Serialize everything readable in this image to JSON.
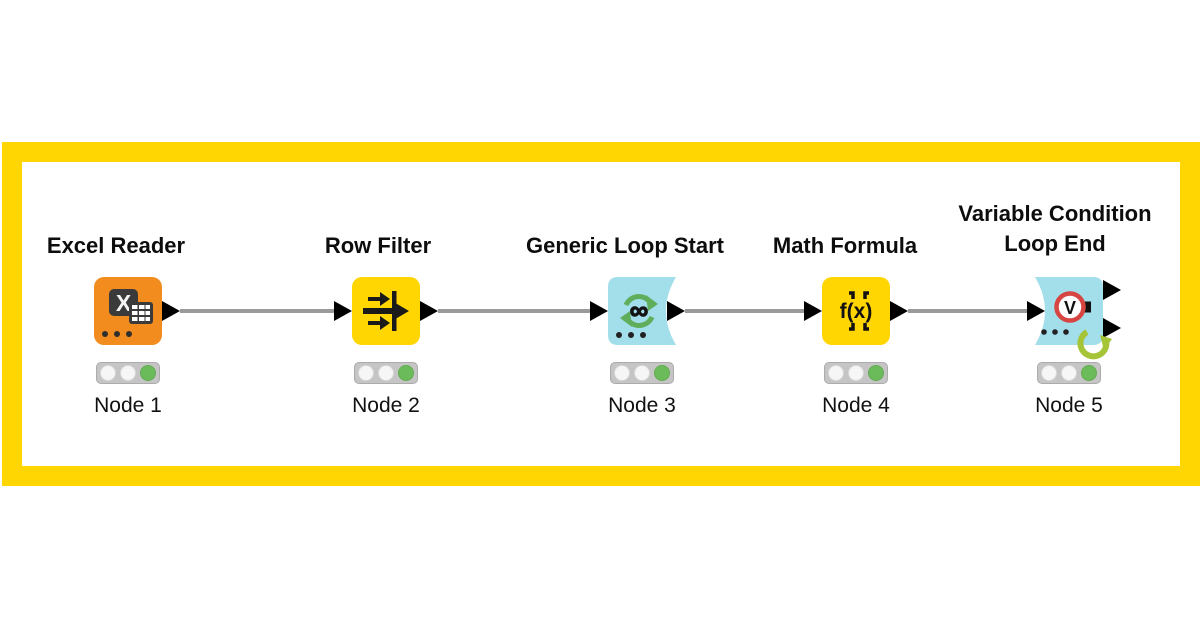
{
  "workflow": {
    "nodes": [
      {
        "title": "Excel Reader",
        "label": "Node 1",
        "icon_text": "X",
        "status": [
          "off",
          "off",
          "on"
        ]
      },
      {
        "title": "Row Filter",
        "label": "Node 2",
        "icon_text": "",
        "status": [
          "off",
          "off",
          "on"
        ]
      },
      {
        "title": "Generic Loop Start",
        "label": "Node 3",
        "icon_text": "∞",
        "status": [
          "off",
          "off",
          "on"
        ]
      },
      {
        "title": "Math Formula",
        "label": "Node 4",
        "icon_text": "f(x)",
        "status": [
          "off",
          "off",
          "on"
        ]
      },
      {
        "title": "Variable Condition\nLoop End",
        "label": "Node 5",
        "icon_text": "V",
        "status": [
          "off",
          "off",
          "on"
        ]
      }
    ],
    "colors": {
      "frame_yellow": "#FFD602",
      "node_yellow": "#FFD602",
      "node_orange": "#F28C1E",
      "node_blue": "#A3DEEB",
      "status_green": "#6CBB5A",
      "connector_gray": "#9A9A9A",
      "port_black": "#000000",
      "loopback_green": "#A6C437",
      "icon_red_ring": "#D64541"
    }
  }
}
